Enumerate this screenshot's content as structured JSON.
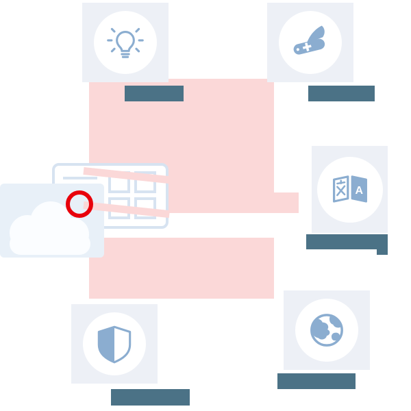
{
  "page": {
    "background": "#ffffff",
    "kind": "features-grid-with-redacted-labels"
  },
  "colors": {
    "card_bg": "#edf0f6",
    "icon_blue": "#8badd0",
    "redact_label": "#4b7286",
    "redact_text": "#fbd8d8",
    "annotation_red": "#e8000b",
    "cloud_tile": "#e8f0f8",
    "cloud_fill": "#fbfdff",
    "window_line": "#d7e3f1"
  },
  "features": [
    {
      "id": "idea",
      "icon": "lightbulb-icon",
      "label": "",
      "label_redacted": true
    },
    {
      "id": "multitool",
      "icon": "swiss-army-knife-icon",
      "label": "",
      "label_redacted": true
    },
    {
      "id": "translation",
      "icon": "translate-icon",
      "label": "",
      "label_redacted": true
    },
    {
      "id": "security",
      "icon": "shield-icon",
      "label": "",
      "label_redacted": true
    },
    {
      "id": "global",
      "icon": "globe-icon",
      "label": "",
      "label_redacted": true
    }
  ],
  "illustration": {
    "cloud": "cloud-icon",
    "window": "browser-window-icon",
    "translate_glyph_right": "A"
  },
  "annotation": {
    "shape": "ring",
    "color": "#e8000b"
  }
}
